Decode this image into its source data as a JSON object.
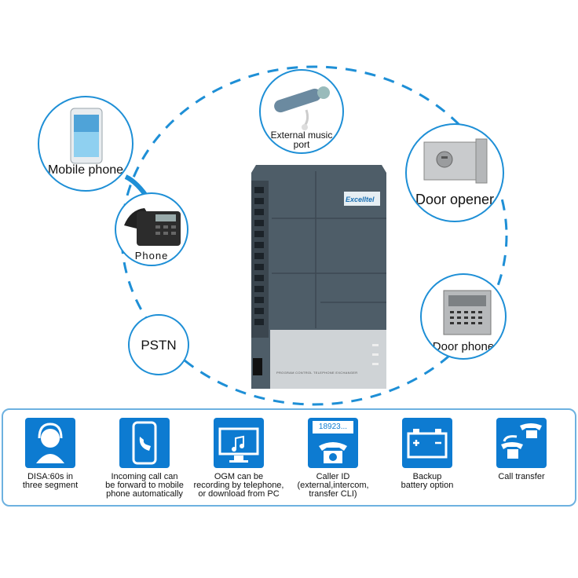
{
  "bubbles": {
    "mobile_phone": "Mobile phone",
    "phone": "Phone",
    "external_music": "External music\nport",
    "door_opener": "Door opener",
    "door_phone": "Door phone",
    "pstn": "PSTN"
  },
  "device": {
    "brand": "Excelltel",
    "caption": "PROGRAM CONTROL TELEPHONE EXCHANGER"
  },
  "features": [
    {
      "label": "DISA:60s in\nthree segment",
      "icon": "operator-headset-icon"
    },
    {
      "label": "Incoming call can\nbe forward to mobile\nphone automatically",
      "icon": "mobile-forward-icon"
    },
    {
      "label": "OGM can be\nrecording by telephone,\nor download from PC",
      "icon": "monitor-music-icon"
    },
    {
      "label": "Caller ID\n(external,intercom,\ntransfer CLI)",
      "icon": "caller-id-icon",
      "display": "18923..."
    },
    {
      "label": "Backup\nbattery option",
      "icon": "battery-icon"
    },
    {
      "label": "Call transfer",
      "icon": "call-transfer-icon"
    }
  ],
  "colors": {
    "accent": "#1e8fd6",
    "icon_bg": "#0d7bd1",
    "device": "#4e5d68"
  }
}
